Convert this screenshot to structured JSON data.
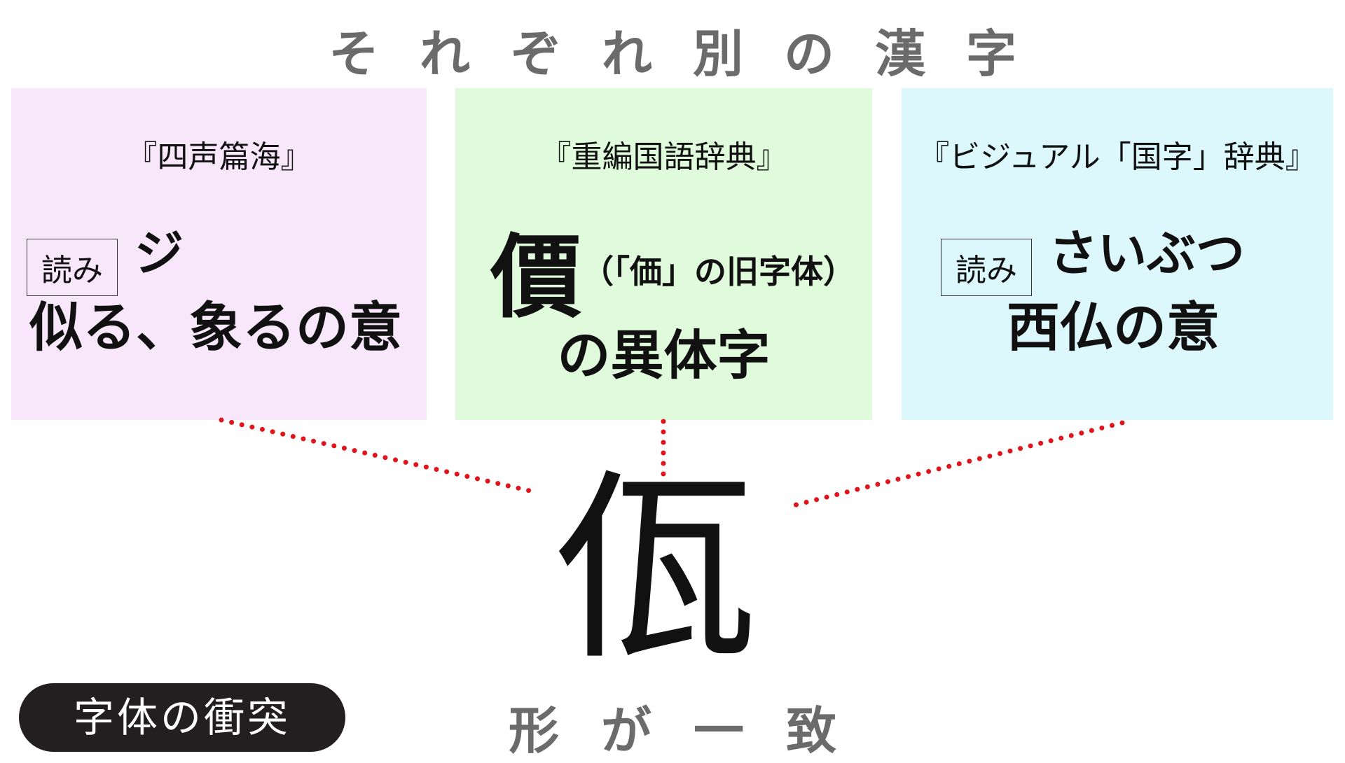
{
  "title": "それぞれ別の漢字",
  "boxes": [
    {
      "color": "#f8e6fb",
      "source": "『四声篇海』",
      "yomi_label": "読み",
      "reading": "ジ",
      "meaning": "似る、象るの意"
    },
    {
      "color": "#dffbdc",
      "source": "『重編国語辞典』",
      "char": "價",
      "note": "（「価」の旧字体）",
      "meaning": "の異体字"
    },
    {
      "color": "#dcf8fc",
      "source": "『ビジュアル「国字」辞典』",
      "yomi_label": "読み",
      "reading": "さいぶつ",
      "meaning": "西仏の意"
    }
  ],
  "connector_color": "#e0141b",
  "main_char": "佤",
  "match_label": "形が一致",
  "badge": "字体の衝突"
}
